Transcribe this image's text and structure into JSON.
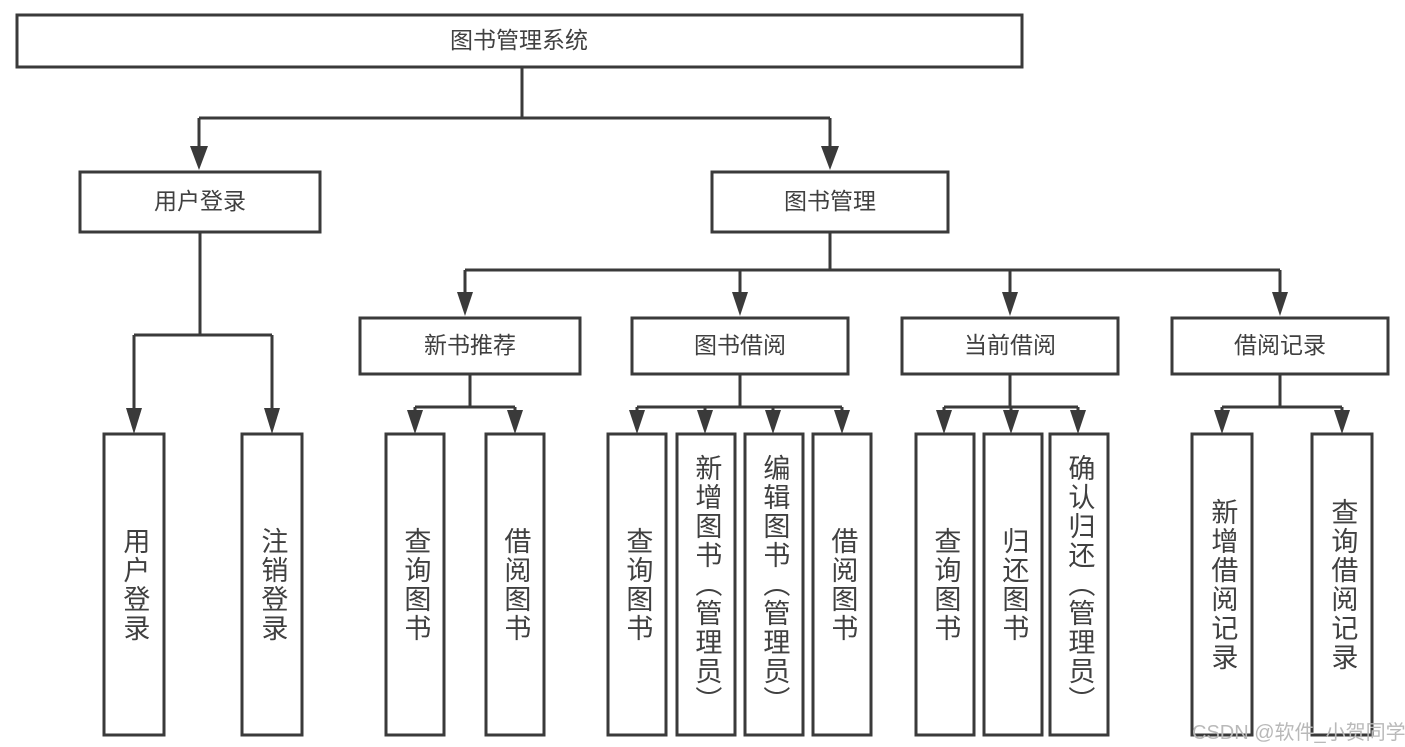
{
  "diagram": {
    "title": "图书管理系统",
    "watermark": "CSDN @软件_小贺同学",
    "colors": {
      "stroke": "#3a3a3a",
      "text": "#404040",
      "background": "#ffffff",
      "watermark": "#b9b9b9"
    },
    "root": {
      "label": "图书管理系统"
    },
    "level2": [
      {
        "label": "用户登录"
      },
      {
        "label": "图书管理"
      }
    ],
    "level3": [
      {
        "label": "新书推荐"
      },
      {
        "label": "图书借阅"
      },
      {
        "label": "当前借阅"
      },
      {
        "label": "借阅记录"
      }
    ],
    "leaves": {
      "user_login": [
        {
          "label": "用户登录"
        },
        {
          "label": "注销登录"
        }
      ],
      "new_book": [
        {
          "label": "查询图书"
        },
        {
          "label": "借阅图书"
        }
      ],
      "book_borrow": [
        {
          "label": "查询图书"
        },
        {
          "label": "新增图书（管理员）"
        },
        {
          "label": "编辑图书（管理员）"
        },
        {
          "label": "借阅图书"
        }
      ],
      "current_borrow": [
        {
          "label": "查询图书"
        },
        {
          "label": "归还图书"
        },
        {
          "label": "确认归还（管理员）"
        }
      ],
      "borrow_record": [
        {
          "label": "新增借阅记录"
        },
        {
          "label": "查询借阅记录"
        }
      ]
    }
  }
}
